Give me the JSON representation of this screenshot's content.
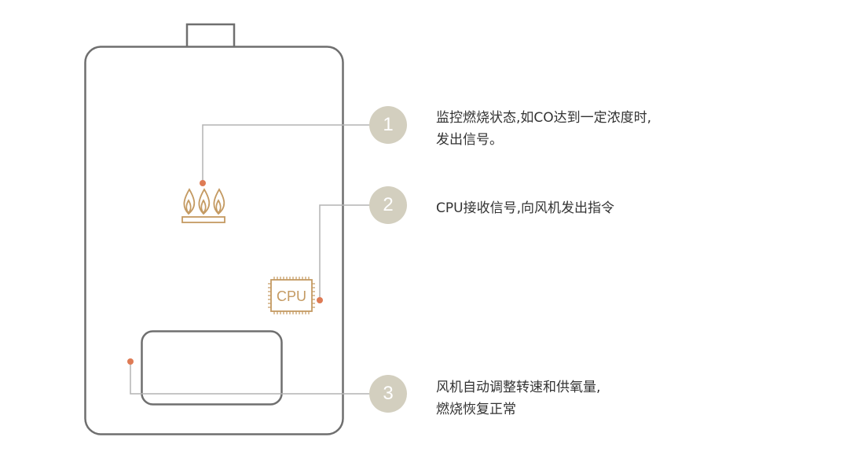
{
  "colors": {
    "outline": "#6f6f6f",
    "connector": "#b3b3b3",
    "dot": "#de7b55",
    "icon": "#c49a62",
    "badge_bg": "#d3cfbf",
    "badge_text": "#ffffff",
    "text": "#333333"
  },
  "cpu_chip": {
    "label": "CPU",
    "icon": "cpu-chip-icon"
  },
  "burner": {
    "icon": "flame-burner-icon"
  },
  "callouts": [
    {
      "number": "1",
      "lines": [
        "监控燃烧状态,如CO达到一定浓度时,",
        "发出信号。"
      ]
    },
    {
      "number": "2",
      "lines": [
        "CPU接收信号,向风机发出指令"
      ]
    },
    {
      "number": "3",
      "lines": [
        "风机自动调整转速和供氧量,",
        "燃烧恢复正常"
      ]
    }
  ]
}
